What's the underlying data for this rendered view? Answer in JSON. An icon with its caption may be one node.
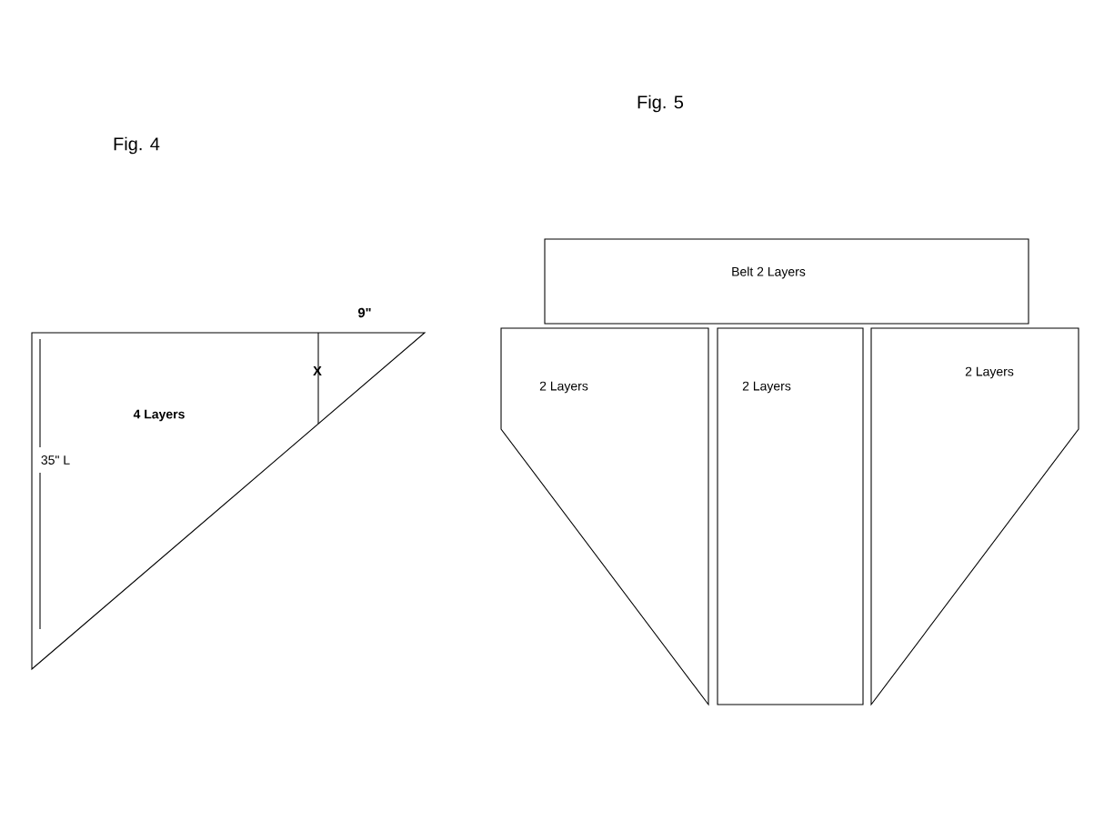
{
  "diagram": {
    "nodes": [
      {
        "text": [
          "4 Layers"
        ]
      },
      {
        "text": [
          "Belt 2 Layers"
        ]
      },
      {
        "text": [
          "2 Layers"
        ]
      },
      {
        "text": [
          "2 Layers"
        ]
      },
      {
        "text": [
          "2 Layers"
        ]
      }
    ],
    "labels": [
      "Fig. 5",
      "Fig. 4",
      "9\"",
      "X",
      "35\" L"
    ]
  }
}
